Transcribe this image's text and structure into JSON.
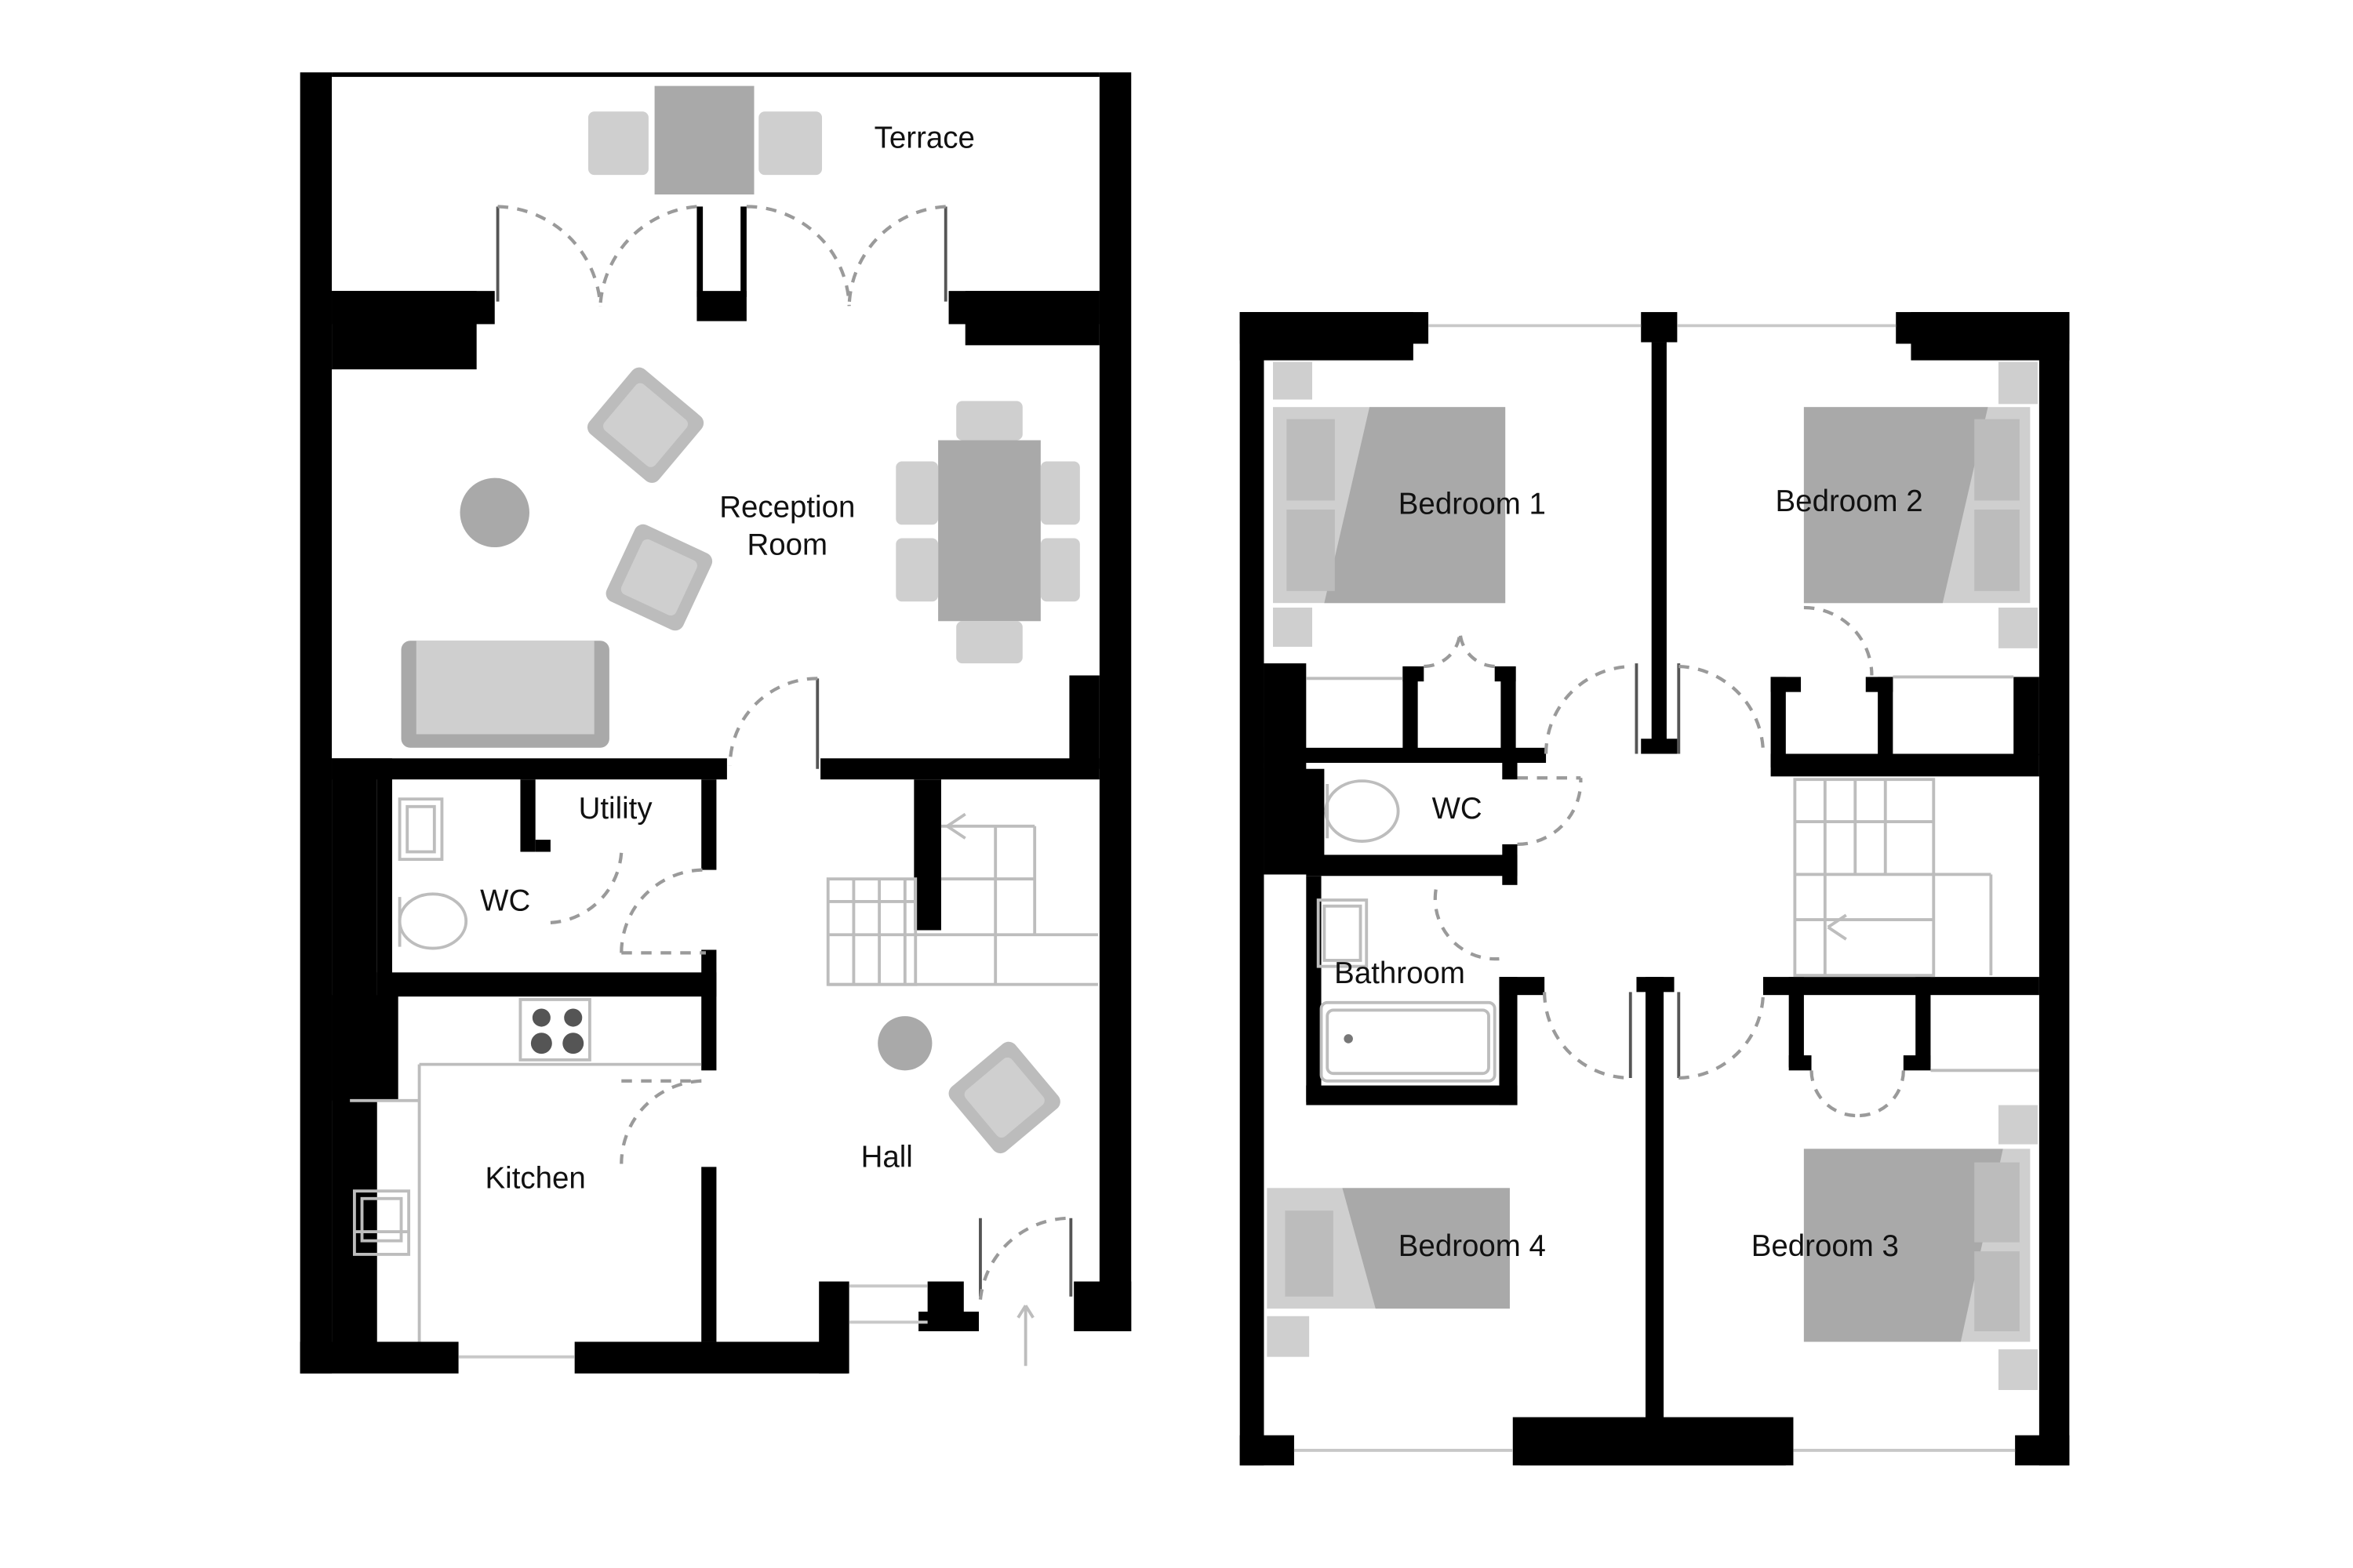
{
  "colors": {
    "wall": "#000000",
    "furniture_dark": "#a9a9a9",
    "furniture_light": "#cfcfcf",
    "fixture_line": "#bdbdbd",
    "background": "#ffffff"
  },
  "ground_floor": {
    "rooms": {
      "terrace": "Terrace",
      "reception_line1": "Reception",
      "reception_line2": "Room",
      "utility": "Utility",
      "wc": "WC",
      "kitchen": "Kitchen",
      "hall": "Hall"
    }
  },
  "first_floor": {
    "rooms": {
      "bedroom1": "Bedroom 1",
      "bedroom2": "Bedroom 2",
      "wc": "WC",
      "bathroom": "Bathroom",
      "bedroom4": "Bedroom 4",
      "bedroom3": "Bedroom 3"
    }
  }
}
